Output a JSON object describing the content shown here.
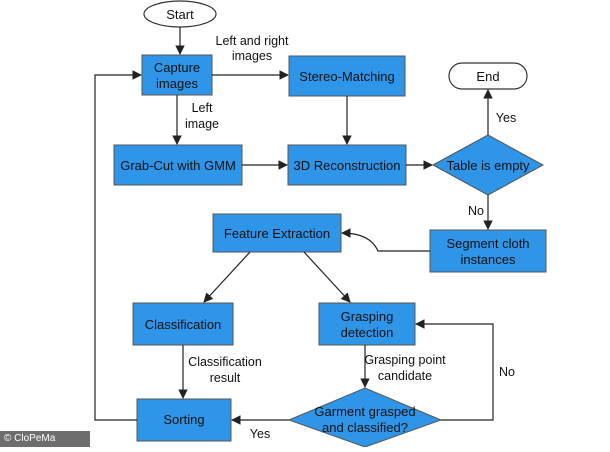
{
  "nodes": {
    "start": "Start",
    "capture": [
      "Capture",
      "images"
    ],
    "stereo": "Stereo-Matching",
    "end": "End",
    "grabcut": "Grab-Cut with GMM",
    "recon": "3D Reconstruction",
    "table_empty": "Table is empty",
    "feature": "Feature Extraction",
    "segment": [
      "Segment cloth",
      "instances"
    ],
    "classification": "Classification",
    "grasping": [
      "Grasping",
      "detection"
    ],
    "sorting": "Sorting",
    "garment": [
      "Garment grasped",
      "and classified?"
    ]
  },
  "labels": {
    "left_right": [
      "Left and right",
      "images"
    ],
    "left_image": [
      "Left",
      "image"
    ],
    "yes_top": "Yes",
    "no_mid": "No",
    "class_result": [
      "Classification",
      "result"
    ],
    "grasp_point": [
      "Grasping point",
      "candidate"
    ],
    "no_right": "No",
    "yes_bottom": "Yes"
  },
  "credit": "© CloPeMa"
}
